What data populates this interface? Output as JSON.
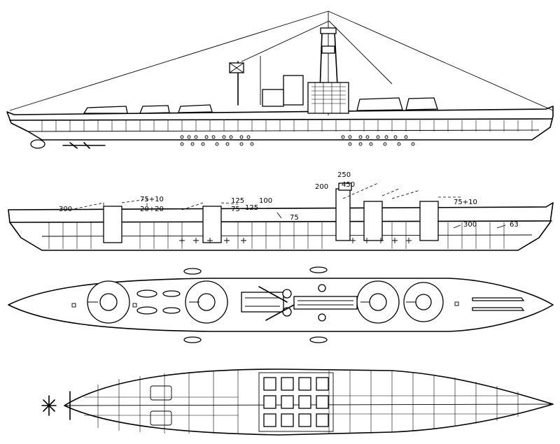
{
  "armor": {
    "belt_fore": "300",
    "deck_fore": "75+10",
    "deck_fore2": "20+20",
    "turret2_a": "125",
    "turret2_b": "75",
    "mid_a": "100",
    "mid_b": "125",
    "mid_c": "75",
    "tower_top": "250",
    "tower_a": "200",
    "tower_b": "450",
    "deck_aft": "75+10",
    "belt_aft": "300",
    "aft_ext": "63"
  }
}
